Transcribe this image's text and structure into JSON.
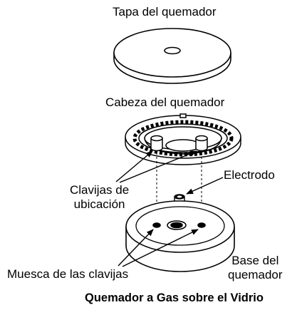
{
  "labels": {
    "burner_cap": "Tapa del quemador",
    "burner_head": "Cabeza del quemador",
    "electrode": "Electrodo",
    "locating_pins_line1": "Clavijas de",
    "locating_pins_line2": "ubicación",
    "burner_base_line1": "Base del",
    "burner_base_line2": "quemador",
    "pin_notches": "Muesca de las clavijas"
  },
  "caption": "Quemador a Gas sobre el Vidrio"
}
